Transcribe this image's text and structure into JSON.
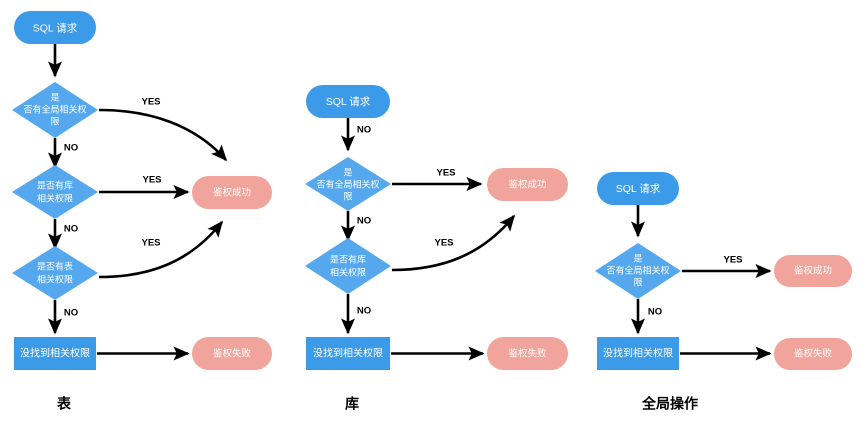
{
  "diagram": {
    "title_present": false,
    "colors": {
      "process_blue": "#3C9BE8",
      "decision_blue": "#55A8EE",
      "terminal_salmon": "#F0A49B",
      "edge_black": "#000000",
      "node_text": "#FFFFFF",
      "label_text": "#000000",
      "background": "#FFFFFF"
    },
    "labels": {
      "yes": "YES",
      "no": "NO"
    },
    "groups": [
      {
        "id": "table",
        "caption": "表",
        "nodes": {
          "start": "SQL 请求",
          "decision_global": "是\n否有全局相关权\n限",
          "decision_global_l1": "是",
          "decision_global_l2": "否有全局相关权",
          "decision_global_l3": "限",
          "decision_db_l1": "是否有库",
          "decision_db_l2": "相关权限",
          "decision_table_l1": "是否有表",
          "decision_table_l2": "相关权限",
          "not_found": "没找到相关权限",
          "auth_success": "鉴权成功",
          "auth_failure": "鉴权失败"
        },
        "edges": [
          {
            "from": "start",
            "to": "decision_global",
            "label": ""
          },
          {
            "from": "decision_global",
            "to": "auth_success",
            "label": "YES"
          },
          {
            "from": "decision_global",
            "to": "decision_db",
            "label": "NO"
          },
          {
            "from": "decision_db",
            "to": "auth_success",
            "label": "YES"
          },
          {
            "from": "decision_db",
            "to": "decision_table",
            "label": "NO"
          },
          {
            "from": "decision_table",
            "to": "auth_success",
            "label": "YES"
          },
          {
            "from": "decision_table",
            "to": "not_found",
            "label": "NO"
          },
          {
            "from": "not_found",
            "to": "auth_failure",
            "label": ""
          }
        ]
      },
      {
        "id": "database",
        "caption": "库",
        "nodes": {
          "start": "SQL 请求",
          "decision_global_l1": "是",
          "decision_global_l2": "否有全局相关权",
          "decision_global_l3": "限",
          "decision_db_l1": "是否有库",
          "decision_db_l2": "相关权限",
          "not_found": "没找到相关权限",
          "auth_success": "鉴权成功",
          "auth_failure": "鉴权失败"
        },
        "edges": [
          {
            "from": "start",
            "to": "decision_global",
            "label": "NO"
          },
          {
            "from": "decision_global",
            "to": "auth_success",
            "label": "YES"
          },
          {
            "from": "decision_global",
            "to": "decision_db",
            "label": "NO"
          },
          {
            "from": "decision_db",
            "to": "auth_success",
            "label": "YES"
          },
          {
            "from": "decision_db",
            "to": "not_found",
            "label": "NO"
          },
          {
            "from": "not_found",
            "to": "auth_failure",
            "label": ""
          }
        ]
      },
      {
        "id": "global",
        "caption": "全局操作",
        "nodes": {
          "start": "SQL 请求",
          "decision_global_l1": "是",
          "decision_global_l2": "否有全局相关权",
          "decision_global_l3": "限",
          "not_found": "没找到相关权限",
          "auth_success": "鉴权成功",
          "auth_failure": "鉴权失败"
        },
        "edges": [
          {
            "from": "start",
            "to": "decision_global",
            "label": ""
          },
          {
            "from": "decision_global",
            "to": "auth_success",
            "label": "YES"
          },
          {
            "from": "decision_global",
            "to": "not_found",
            "label": "NO"
          },
          {
            "from": "not_found",
            "to": "auth_failure",
            "label": ""
          }
        ]
      }
    ]
  }
}
